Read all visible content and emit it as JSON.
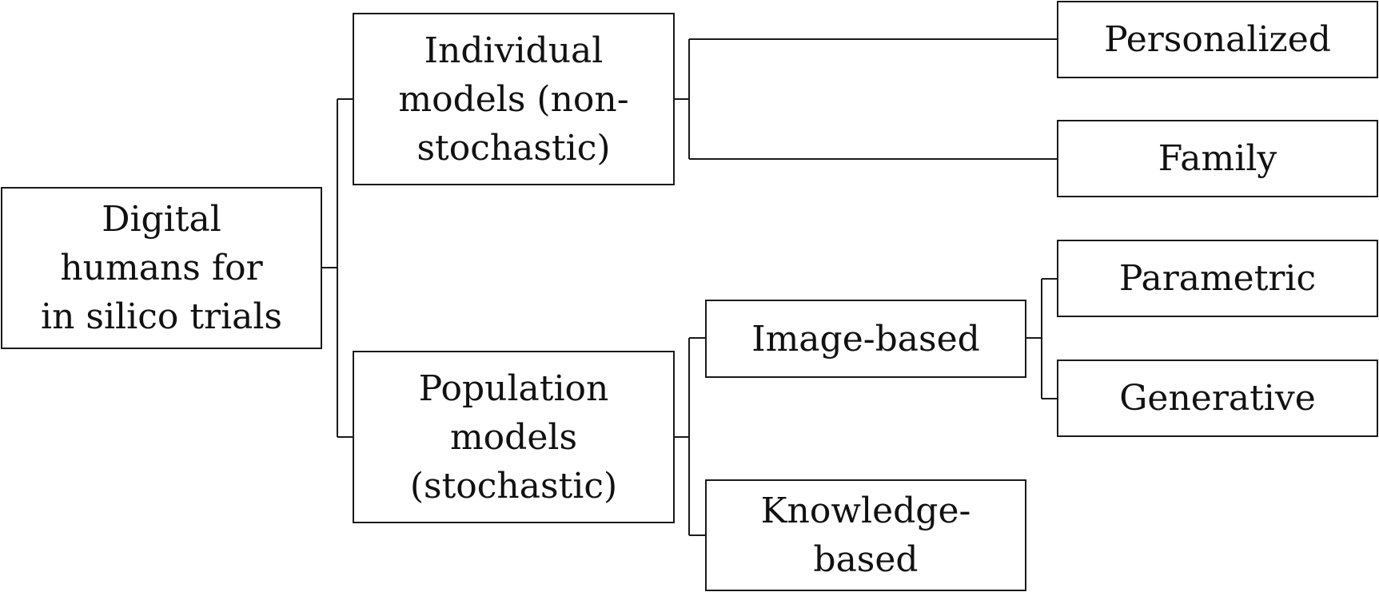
{
  "diagram": {
    "root": {
      "lines": [
        "Digital",
        "humans for",
        "in silico trials"
      ]
    },
    "individual": {
      "lines": [
        "Individual",
        "models (non-",
        "stochastic)"
      ]
    },
    "population": {
      "lines": [
        "Population",
        "models",
        "(stochastic)"
      ]
    },
    "personalized": {
      "lines": [
        "Personalized"
      ]
    },
    "family": {
      "lines": [
        "Family"
      ]
    },
    "image_based": {
      "lines": [
        "Image-based"
      ]
    },
    "knowledge_based": {
      "lines": [
        "Knowledge-",
        "based"
      ]
    },
    "parametric": {
      "lines": [
        "Parametric"
      ]
    },
    "generative": {
      "lines": [
        "Generative"
      ]
    }
  },
  "colors": {
    "stroke": "#1a1a1a",
    "background": "#ffffff",
    "text": "#111111"
  }
}
